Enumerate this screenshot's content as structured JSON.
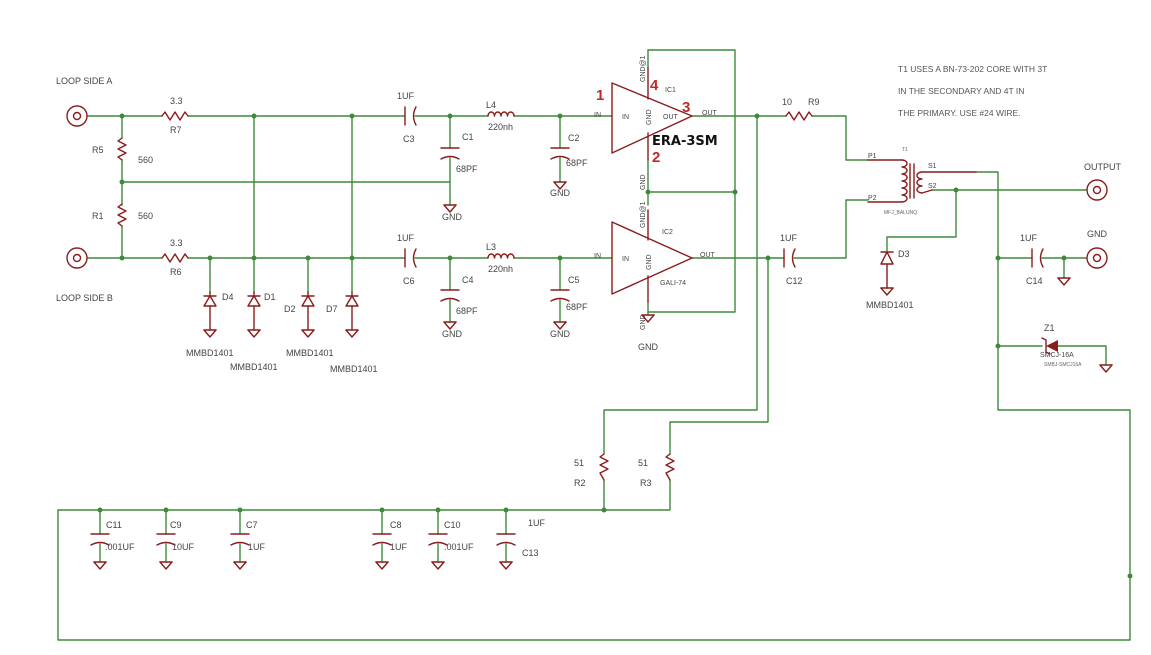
{
  "labels": {
    "loop_a": "LOOP SIDE A",
    "loop_b": "LOOP SIDE B",
    "output": "OUTPUT",
    "gnd_conn": "GND"
  },
  "notes": {
    "line1": "T1 USES A BN-73-202 CORE WITH 3T",
    "line2": "IN THE SECONDARY AND 4T IN",
    "line3": "THE PRIMARY. USE #24 WIRE."
  },
  "amplifier": {
    "part_number": "ERA-3SM",
    "pin1": "1",
    "pin2": "2",
    "pin3": "3",
    "pin4": "4"
  },
  "components": {
    "R7": {
      "name": "R7",
      "value": "3.3"
    },
    "R6": {
      "name": "R6",
      "value": "3.3"
    },
    "R5": {
      "name": "R5",
      "value": "560"
    },
    "R1": {
      "name": "R1",
      "value": "560"
    },
    "R9": {
      "name": "R9",
      "value": "10"
    },
    "R2": {
      "name": "R2",
      "value": "51"
    },
    "R3": {
      "name": "R3",
      "value": "51"
    },
    "C3": {
      "name": "C3",
      "value": "1UF"
    },
    "C6": {
      "name": "C6",
      "value": "1UF"
    },
    "C1": {
      "name": "C1",
      "value": "68PF"
    },
    "C4": {
      "name": "C4",
      "value": "68PF"
    },
    "C2": {
      "name": "C2",
      "value": "68PF"
    },
    "C5": {
      "name": "C5",
      "value": "68PF"
    },
    "C12": {
      "name": "C12",
      "value": "1UF"
    },
    "C14": {
      "name": "C14",
      "value": "1UF"
    },
    "C11": {
      "name": "C11",
      "value": ".001UF"
    },
    "C9": {
      "name": "C9",
      "value": "10UF"
    },
    "C7": {
      "name": "C7",
      "value": "1UF"
    },
    "C8": {
      "name": "C8",
      "value": "1UF"
    },
    "C10": {
      "name": "C10",
      "value": ".001UF"
    },
    "C13": {
      "name": "C13",
      "value": "1UF"
    },
    "L4": {
      "name": "L4",
      "value": "220nh"
    },
    "L3": {
      "name": "L3",
      "value": "220nh"
    },
    "D1": {
      "name": "D1",
      "value": "MMBD1401"
    },
    "D2": {
      "name": "D2",
      "value": "MMBD1401"
    },
    "D3": {
      "name": "D3",
      "value": "MMBD1401"
    },
    "D4": {
      "name": "D4",
      "value": "MMBD1401"
    },
    "D7": {
      "name": "D7",
      "value": "MMBD1401"
    },
    "Z1": {
      "name": "Z1",
      "value": "SMCJ-16A",
      "sub": "SMBJ-SMCJ16A"
    },
    "T1": {
      "name": "T1",
      "value": "MFJ_BALUNQ",
      "p1": "P1",
      "p2": "P2",
      "s1": "S1",
      "s2": "S2"
    },
    "IC1": {
      "name": "IC1",
      "in": "IN",
      "out": "OUT",
      "gnd": "GND",
      "gnd2": "GND@1"
    },
    "IC2": {
      "name": "IC2",
      "value": "GALI-74",
      "in": "IN",
      "out": "OUT",
      "gnd": "GND",
      "gnd2": "GND@1"
    }
  },
  "ground_label": "GND",
  "in_label": "IN",
  "out_label": "OUT"
}
